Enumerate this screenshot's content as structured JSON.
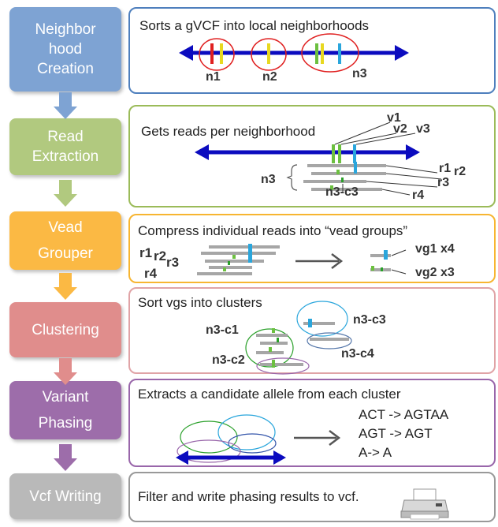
{
  "stages": [
    {
      "lines": [
        "Neighbor",
        "hood",
        "Creation"
      ],
      "color": "#7ea3d3"
    },
    {
      "lines": [
        "Read",
        "Extraction"
      ],
      "color": "#b1c97f"
    },
    {
      "lines": [
        "Vead",
        "Grouper"
      ],
      "color": "#fbb944"
    },
    {
      "lines": [
        "Clustering"
      ],
      "color": "#e08d8c"
    },
    {
      "lines": [
        "Variant",
        "Phasing"
      ],
      "color": "#9d6daa"
    },
    {
      "lines": [
        "Vcf Writing"
      ],
      "color": "#b9b9b9"
    }
  ],
  "panels": [
    {
      "text": "Sorts a gVCF into local neighborhoods",
      "border": "#4e7fbd",
      "labels": [
        "n1",
        "n2",
        "n3"
      ]
    },
    {
      "text": "Gets reads per neighborhood",
      "border": "#9bbb59",
      "labels": [
        "v1",
        "v2",
        "v3",
        "r1",
        "r2",
        "r3",
        "r4",
        "n3",
        "n3-c3"
      ]
    },
    {
      "text": "Compress individual reads into “vead groups”",
      "border": "#f7b531",
      "labels": [
        "r1",
        "r2",
        "r3",
        "r4",
        "vg1 x4",
        "vg2 x3"
      ]
    },
    {
      "text": "Sort vgs into clusters",
      "border": "#e0a3a6",
      "labels": [
        "n3-c1",
        "n3-c3",
        "n3-c2",
        "n3-c4"
      ]
    },
    {
      "text": "Extracts a candidate allele from each cluster",
      "border": "#9966aa",
      "alleles": [
        "ACT -> AGTAA",
        "AGT -> AGT",
        "A-> A"
      ]
    },
    {
      "text": "Filter and write phasing results to vcf.",
      "border": "#999999"
    }
  ],
  "colors": {
    "arrow_line": "#0b0bbf",
    "read": "#a6a6a6",
    "red": "#e02020",
    "yellow": "#e8d820",
    "green": "#6cc040",
    "blue": "#2aa6dc",
    "teal": "#22b0c8"
  }
}
